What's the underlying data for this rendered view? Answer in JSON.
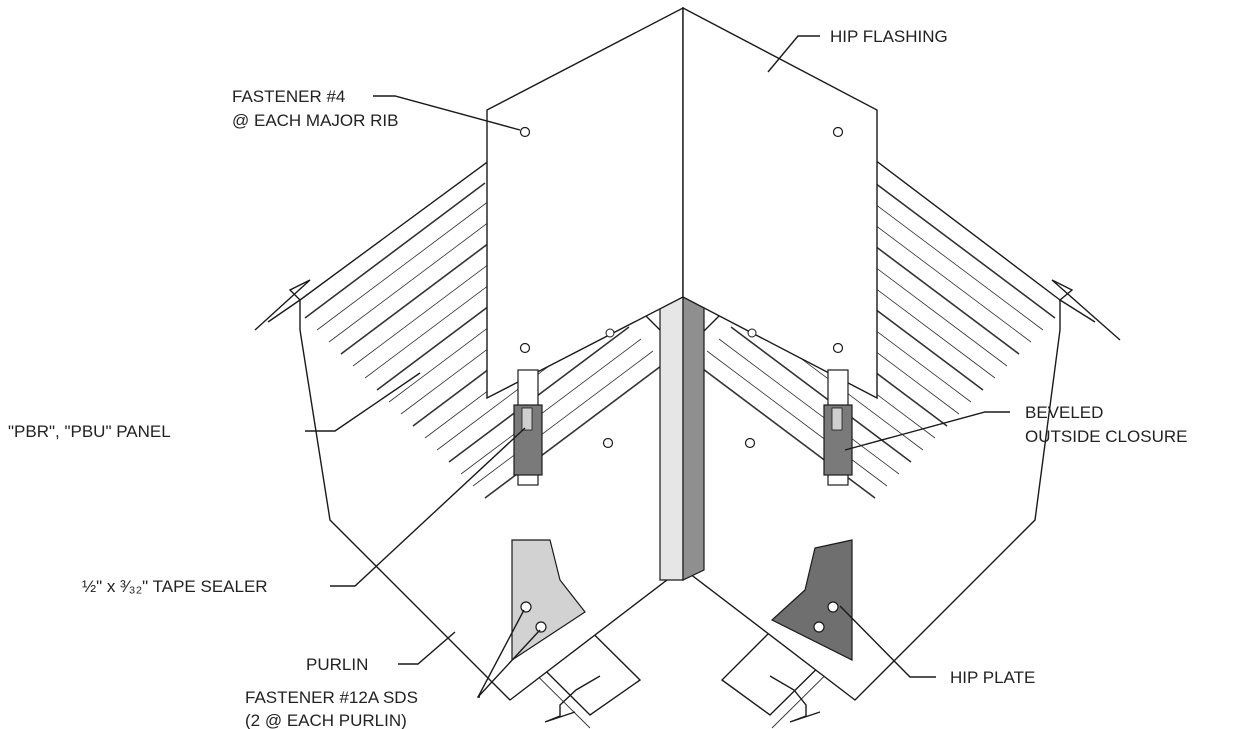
{
  "labels": {
    "hip_flashing": "HIP FLASHING",
    "fastener4_line1": "FASTENER #4",
    "fastener4_line2": "@ EACH MAJOR RIB",
    "panel": "\"PBR\", \"PBU\" PANEL",
    "beveled_line1": "BEVELED",
    "beveled_line2": "OUTSIDE CLOSURE",
    "tape_sealer": "½\" x ³⁄₃₂\" TAPE SEALER",
    "purlin": "PURLIN",
    "fastener12_line1": "FASTENER #12A SDS",
    "fastener12_line2": "(2 @ EACH PURLIN)",
    "hip_plate": "HIP PLATE"
  },
  "colors": {
    "line": "#1a1a1a",
    "light_gray": "#cfcfcf",
    "mid_gray": "#9a9a9a",
    "dark_gray": "#6f6f6f"
  }
}
